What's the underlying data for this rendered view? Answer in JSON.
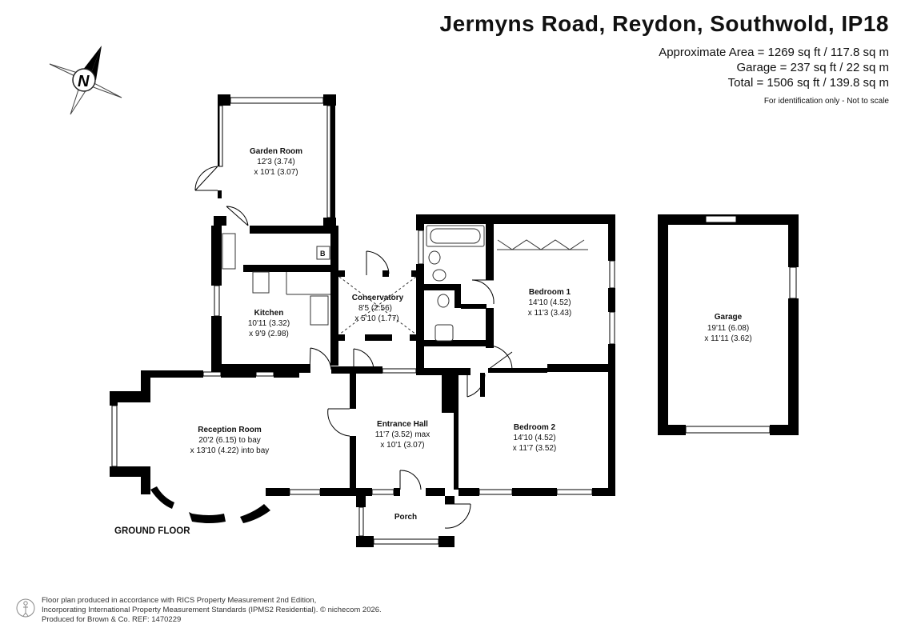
{
  "header": {
    "title": "Jermyns Road, Reydon, Southwold, IP18",
    "area_main": "Approximate Area = 1269 sq ft / 117.8 sq m",
    "area_garage": "Garage = 237 sq ft / 22 sq m",
    "area_total": "Total = 1506 sq ft / 139.8 sq m",
    "note": "For identification only - Not to scale"
  },
  "compass": {
    "letter": "N"
  },
  "rooms": {
    "garden_room": {
      "name": "Garden Room",
      "dim1": "12'3 (3.74)",
      "dim2": "x 10'1 (3.07)"
    },
    "kitchen": {
      "name": "Kitchen",
      "dim1": "10'11 (3.32)",
      "dim2": "x 9'9 (2.98)"
    },
    "conservatory": {
      "name": "Conservatory",
      "dim1": "8'5 (2.56)",
      "dim2": "x 5'10 (1.77)"
    },
    "bedroom1": {
      "name": "Bedroom 1",
      "dim1": "14'10 (4.52)",
      "dim2": "x 11'3 (3.43)"
    },
    "garage": {
      "name": "Garage",
      "dim1": "19'11 (6.08)",
      "dim2": "x 11'11 (3.62)"
    },
    "reception": {
      "name": "Reception Room",
      "dim1": "20'2 (6.15) to bay",
      "dim2": "x 13'10 (4.22) into bay"
    },
    "entrance": {
      "name": "Entrance Hall",
      "dim1": "11'7 (3.52) max",
      "dim2": "x 10'1 (3.07)"
    },
    "bedroom2": {
      "name": "Bedroom 2",
      "dim1": "14'10 (4.52)",
      "dim2": "x 11'7 (3.52)"
    },
    "porch": {
      "name": "Porch"
    }
  },
  "boiler_label": "B",
  "floor_label": "GROUND FLOOR",
  "footer": {
    "line1": "Floor plan produced in accordance with RICS Property Measurement 2nd Edition,",
    "line2": "Incorporating International Property Measurement Standards (IPMS2 Residential).  © nichecom 2026.",
    "line3": "Produced for Brown & Co.   REF: 1470229"
  },
  "colors": {
    "wall": "#000000",
    "background": "#ffffff",
    "fixture": "#333333"
  }
}
